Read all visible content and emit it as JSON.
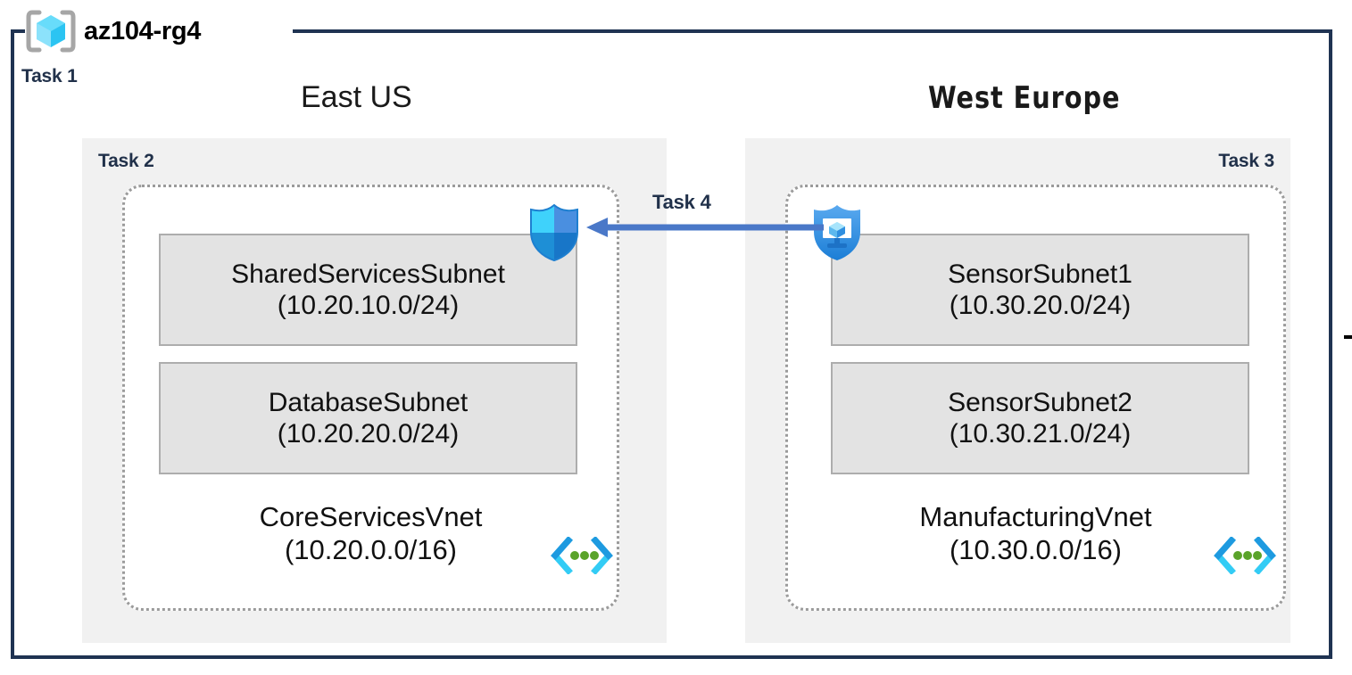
{
  "resource_group": {
    "title": "az104-rg4",
    "icon": "resource-group-cube-icon",
    "task_label": "Task 1",
    "border_color": "#1f3352"
  },
  "regions": [
    {
      "id": "eastus",
      "title": "East US",
      "task_label": "Task 2",
      "panel_color": "#f1f1f1",
      "vnet": {
        "name": "CoreServicesVnet",
        "cidr": "(10.20.0.0/16)",
        "icon": "virtual-network-icon",
        "subnets": [
          {
            "name": "SharedServicesSubnet",
            "cidr": "(10.20.10.0/24)"
          },
          {
            "name": "DatabaseSubnet",
            "cidr": "(10.20.20.0/24)"
          }
        ]
      }
    },
    {
      "id": "westeurope",
      "title": "West Europe",
      "task_label": "Task 3",
      "panel_color": "#f1f1f1",
      "vnet": {
        "name": "ManufacturingVnet",
        "cidr": "(10.30.0.0/16)",
        "icon": "virtual-network-icon",
        "subnets": [
          {
            "name": "SensorSubnet1",
            "cidr": "(10.30.20.0/24)"
          },
          {
            "name": "SensorSubnet2",
            "cidr": "(10.30.21.0/24)"
          }
        ]
      }
    }
  ],
  "icons": {
    "nsg_shield": "network-security-group-shield-icon",
    "vm_shield": "virtual-machine-shield-icon",
    "vnet_glyph": "virtual-network-icon"
  },
  "connection": {
    "task_label": "Task 4",
    "direction": "right-to-left",
    "color": "#4a78c8"
  },
  "colors": {
    "frame": "#1f3352",
    "panel": "#f1f1f1",
    "subnet_fill": "#e3e3e3",
    "subnet_border": "#adadad",
    "vnet_border": "#9b9b9b",
    "task_text": "#21314a",
    "arrow": "#4a78c8",
    "azure_cyan": "#32c8f0",
    "azure_blue": "#2f8fe0"
  }
}
